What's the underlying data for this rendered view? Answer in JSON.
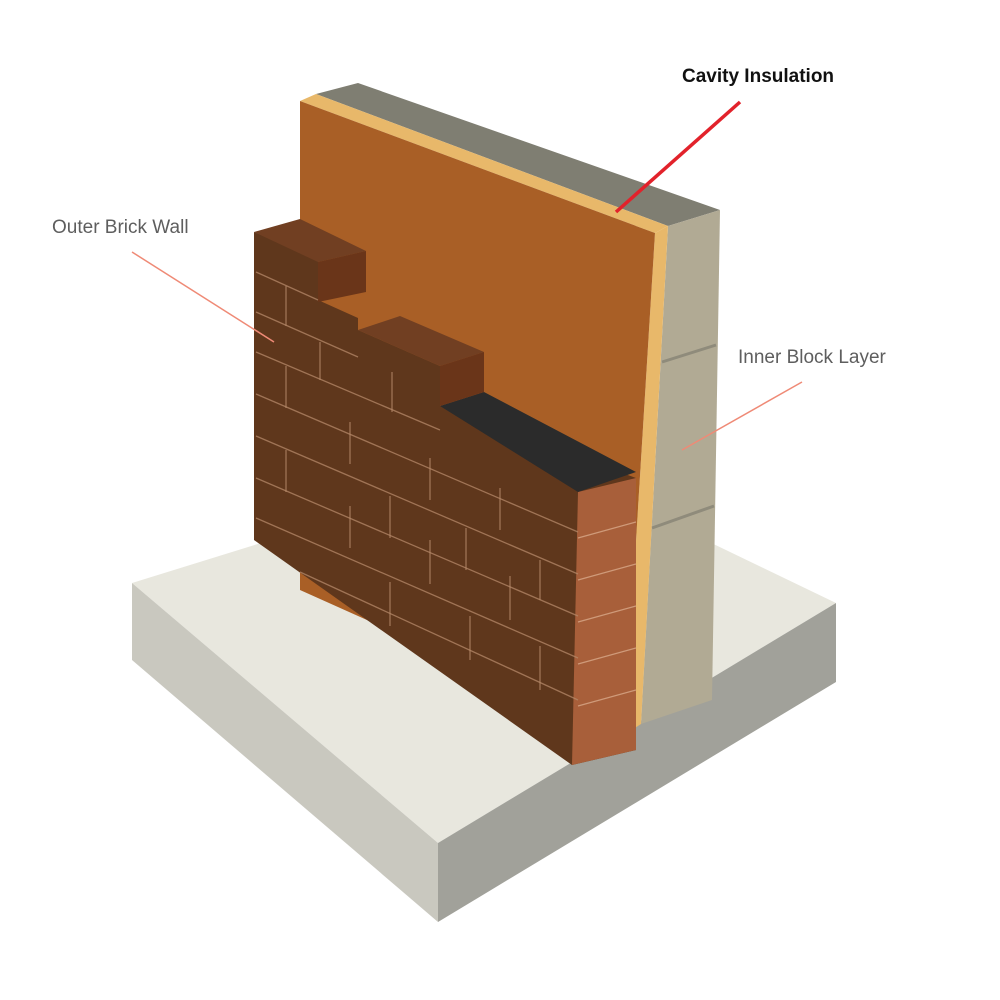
{
  "labels": {
    "cavity_insulation": "Cavity Insulation",
    "outer_brick_wall": "Outer Brick Wall",
    "inner_block_layer": "Inner Block Layer"
  },
  "colors": {
    "pointer_highlight": "#e2222b",
    "pointer_normal": "#ef8a76",
    "brick_face": "#5f371c",
    "brick_end": "#a85f3a",
    "brick_top": "#713f22",
    "insulation_board": "#a95f26",
    "insulation_edge": "#e8b86a",
    "block_side": "#b1aa94",
    "block_top": "#7f7e72",
    "slab_top": "#e8e7de",
    "slab_left": "#c9c8bf",
    "slab_right": "#a1a19a",
    "cavity_membrane": "#2b2b2b"
  }
}
